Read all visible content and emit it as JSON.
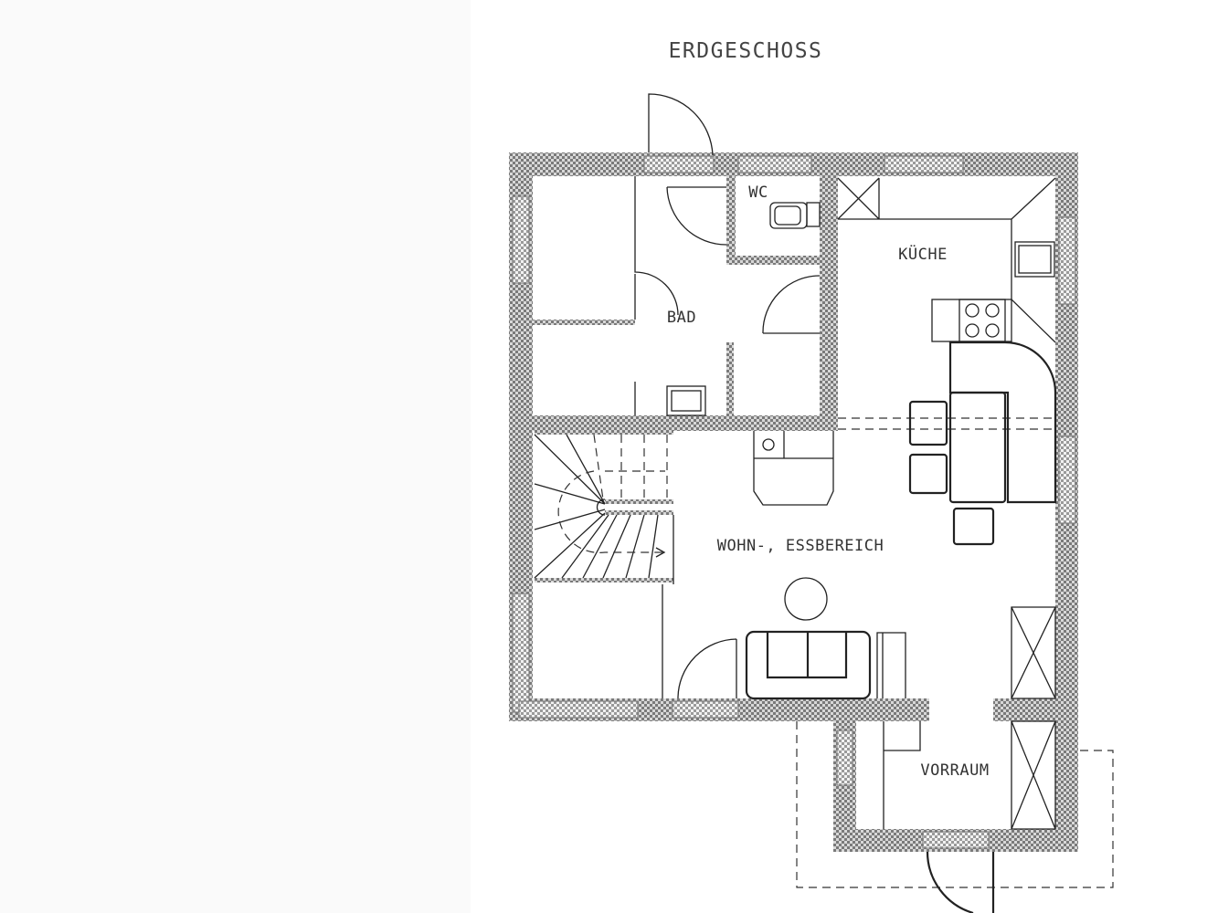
{
  "plan": {
    "title": "ERDGESCHOSS",
    "rooms": {
      "wc": "WC",
      "kueche": "KÜCHE",
      "bad": "BAD",
      "wohn": "WOHN-, ESSBEREICH",
      "vorraum": "VORRAUM"
    }
  },
  "colors": {
    "wall": "#8a8a8a",
    "background_left": "#fafafa",
    "line": "#222222"
  }
}
